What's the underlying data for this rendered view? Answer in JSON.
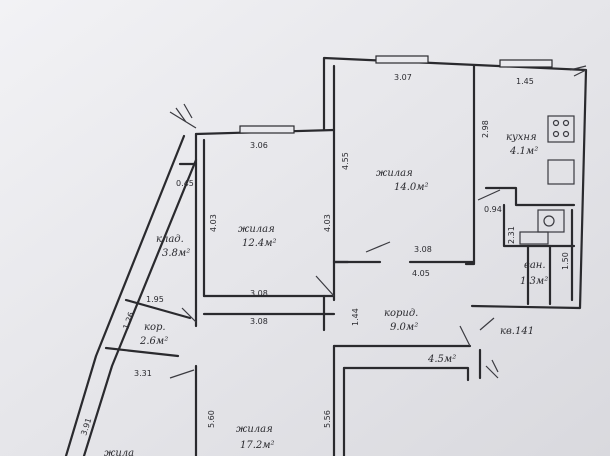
{
  "rooms": {
    "living_top": {
      "label": "жилая",
      "area": "14.0м²"
    },
    "living_mid": {
      "label": "жилая",
      "area": "12.4м²"
    },
    "living_bottom": {
      "label": "жилая",
      "area": "17.2м²"
    },
    "living_partial": {
      "label": "жила"
    },
    "kitchen": {
      "label": "кухня",
      "area": "4.1м²"
    },
    "bath": {
      "label": "ван.",
      "area": "1.3м²"
    },
    "closet": {
      "label": "клад.",
      "area": "3.8м²"
    },
    "corridor_small": {
      "label": "кор.",
      "area": "2.6м²"
    },
    "corridor_main": {
      "label": "корид.",
      "area": "9.0м²"
    },
    "hall_small": {
      "area": "4.5м²"
    },
    "apartment": {
      "label": "кв.141"
    }
  },
  "dimensions": {
    "d307": "3.07",
    "d145": "1.45",
    "d455": "4.55",
    "d306": "3.06",
    "d045": "0.45",
    "d403a": "4.03",
    "d403b": "4.03",
    "d308a": "3.08",
    "d405": "4.05",
    "d308b": "3.08",
    "d308c": "3.08",
    "d144": "1.44",
    "d195": "1.95",
    "d126": "1.26",
    "d331": "3.31",
    "d391": "3.91",
    "d560": "5.60",
    "d556": "5.56",
    "d298": "2.98",
    "d094": "0.94",
    "d231": "2.31",
    "d150": "1.50"
  }
}
